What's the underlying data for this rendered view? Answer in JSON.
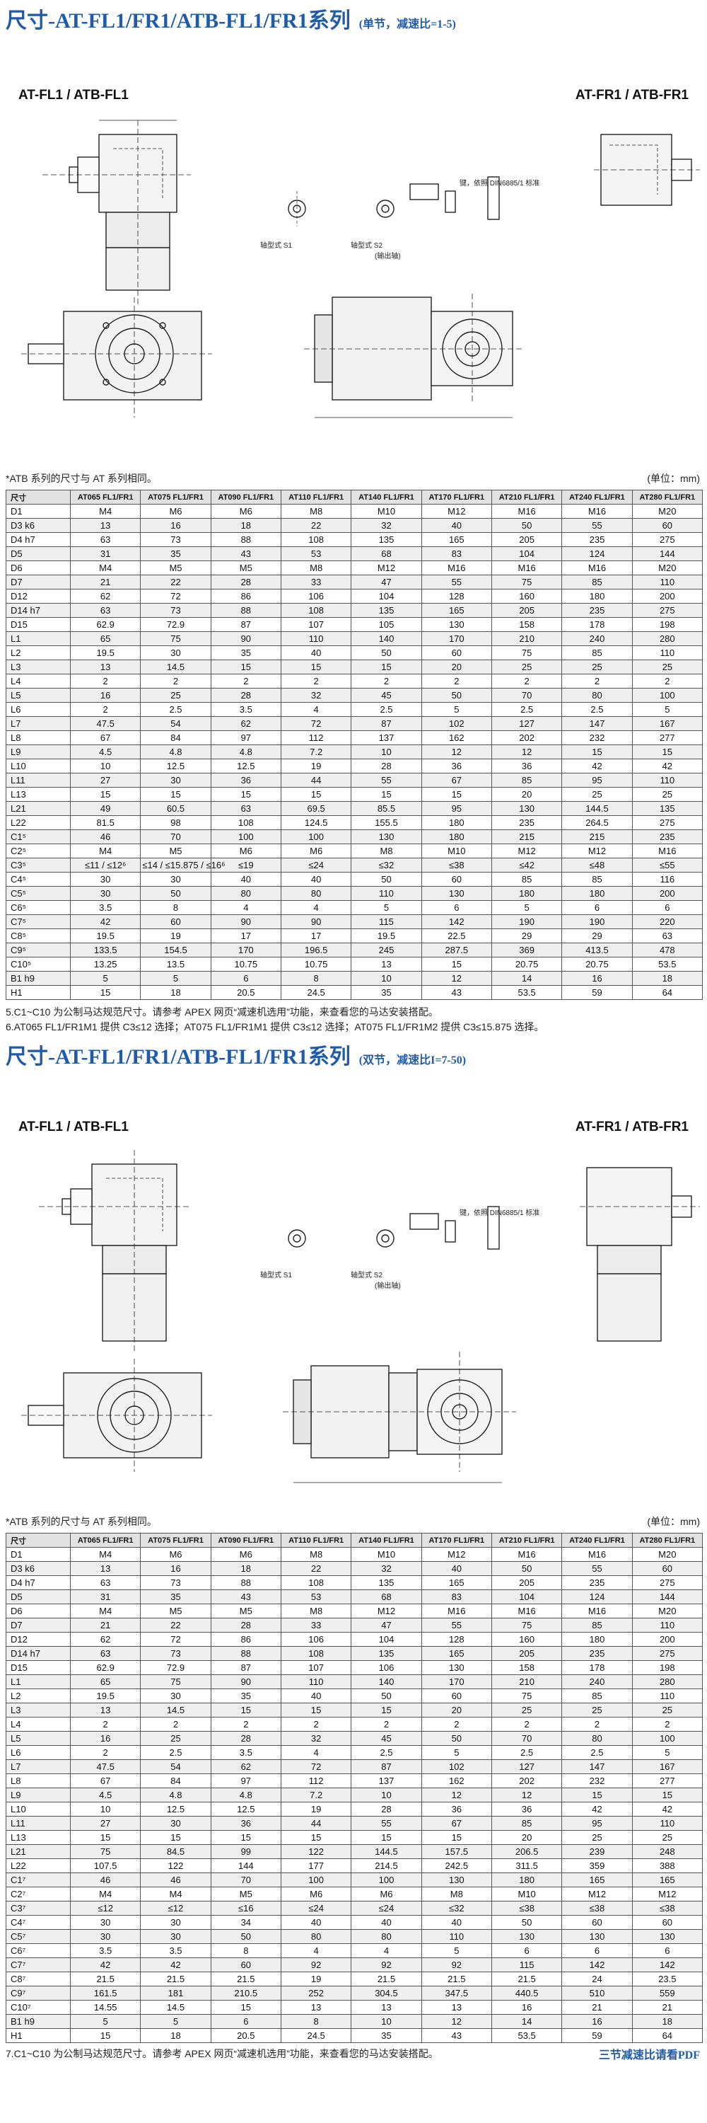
{
  "sections": [
    {
      "title_main": "尺寸-AT-FL1/FR1/ATB-FL1/FR1系列",
      "title_sub": "(单节，减速比=1-5)",
      "label_left": "AT-FL1 / ATB-FL1",
      "label_right": "AT-FR1 / ATB-FR1",
      "drawing_labels": {
        "shaft_s1": "轴型式 S1",
        "shaft_s2": "轴型式 S2",
        "output_shaft": "(输出轴)",
        "key_note": "键，依照 DIN6885/1 标准"
      },
      "note": "*ATB 系列的尺寸与 AT 系列相同。",
      "unit": "(单位：mm)",
      "headers": [
        "尺寸",
        "AT065 FL1/FR1",
        "AT075 FL1/FR1",
        "AT090 FL1/FR1",
        "AT110 FL1/FR1",
        "AT140 FL1/FR1",
        "AT170 FL1/FR1",
        "AT210 FL1/FR1",
        "AT240 FL1/FR1",
        "AT280 FL1/FR1"
      ],
      "rows": [
        [
          "D1",
          "M4",
          "M6",
          "M6",
          "M8",
          "M10",
          "M12",
          "M16",
          "M16",
          "M20"
        ],
        [
          "D3 k6",
          "13",
          "16",
          "18",
          "22",
          "32",
          "40",
          "50",
          "55",
          "60"
        ],
        [
          "D4 h7",
          "63",
          "73",
          "88",
          "108",
          "135",
          "165",
          "205",
          "235",
          "275"
        ],
        [
          "D5",
          "31",
          "35",
          "43",
          "53",
          "68",
          "83",
          "104",
          "124",
          "144"
        ],
        [
          "D6",
          "M4",
          "M5",
          "M5",
          "M8",
          "M12",
          "M16",
          "M16",
          "M16",
          "M20"
        ],
        [
          "D7",
          "21",
          "22",
          "28",
          "33",
          "47",
          "55",
          "75",
          "85",
          "110"
        ],
        [
          "D12",
          "62",
          "72",
          "86",
          "106",
          "104",
          "128",
          "160",
          "180",
          "200"
        ],
        [
          "D14 h7",
          "63",
          "73",
          "88",
          "108",
          "135",
          "165",
          "205",
          "235",
          "275"
        ],
        [
          "D15",
          "62.9",
          "72.9",
          "87",
          "107",
          "105",
          "130",
          "158",
          "178",
          "198"
        ],
        [
          "L1",
          "65",
          "75",
          "90",
          "110",
          "140",
          "170",
          "210",
          "240",
          "280"
        ],
        [
          "L2",
          "19.5",
          "30",
          "35",
          "40",
          "50",
          "60",
          "75",
          "85",
          "110"
        ],
        [
          "L3",
          "13",
          "14.5",
          "15",
          "15",
          "15",
          "20",
          "25",
          "25",
          "25"
        ],
        [
          "L4",
          "2",
          "2",
          "2",
          "2",
          "2",
          "2",
          "2",
          "2",
          "2"
        ],
        [
          "L5",
          "16",
          "25",
          "28",
          "32",
          "45",
          "50",
          "70",
          "80",
          "100"
        ],
        [
          "L6",
          "2",
          "2.5",
          "3.5",
          "4",
          "2.5",
          "5",
          "2.5",
          "2.5",
          "5"
        ],
        [
          "L7",
          "47.5",
          "54",
          "62",
          "72",
          "87",
          "102",
          "127",
          "147",
          "167"
        ],
        [
          "L8",
          "67",
          "84",
          "97",
          "112",
          "137",
          "162",
          "202",
          "232",
          "277"
        ],
        [
          "L9",
          "4.5",
          "4.8",
          "4.8",
          "7.2",
          "10",
          "12",
          "12",
          "15",
          "15"
        ],
        [
          "L10",
          "10",
          "12.5",
          "12.5",
          "19",
          "28",
          "36",
          "36",
          "42",
          "42"
        ],
        [
          "L11",
          "27",
          "30",
          "36",
          "44",
          "55",
          "67",
          "85",
          "95",
          "110"
        ],
        [
          "L13",
          "15",
          "15",
          "15",
          "15",
          "15",
          "15",
          "20",
          "25",
          "25"
        ],
        [
          "L21",
          "49",
          "60.5",
          "63",
          "69.5",
          "85.5",
          "95",
          "130",
          "144.5",
          "135"
        ],
        [
          "L22",
          "81.5",
          "98",
          "108",
          "124.5",
          "155.5",
          "180",
          "235",
          "264.5",
          "275"
        ],
        [
          "C1⁵",
          "46",
          "70",
          "100",
          "100",
          "130",
          "180",
          "215",
          "215",
          "235"
        ],
        [
          "C2⁵",
          "M4",
          "M5",
          "M6",
          "M6",
          "M8",
          "M10",
          "M12",
          "M12",
          "M16"
        ],
        [
          "C3⁵",
          "≤11 / ≤12⁶",
          "≤14 / ≤15.875 / ≤16⁶",
          "≤19",
          "≤24",
          "≤32",
          "≤38",
          "≤42",
          "≤48",
          "≤55"
        ],
        [
          "C4⁵",
          "30",
          "30",
          "40",
          "40",
          "50",
          "60",
          "85",
          "85",
          "116"
        ],
        [
          "C5⁵",
          "30",
          "50",
          "80",
          "80",
          "110",
          "130",
          "180",
          "180",
          "200"
        ],
        [
          "C6⁵",
          "3.5",
          "8",
          "4",
          "4",
          "5",
          "6",
          "5",
          "6",
          "6"
        ],
        [
          "C7⁵",
          "42",
          "60",
          "90",
          "90",
          "115",
          "142",
          "190",
          "190",
          "220"
        ],
        [
          "C8⁵",
          "19.5",
          "19",
          "17",
          "17",
          "19.5",
          "22.5",
          "29",
          "29",
          "63"
        ],
        [
          "C9⁵",
          "133.5",
          "154.5",
          "170",
          "196.5",
          "245",
          "287.5",
          "369",
          "413.5",
          "478"
        ],
        [
          "C10⁵",
          "13.25",
          "13.5",
          "10.75",
          "10.75",
          "13",
          "15",
          "20.75",
          "20.75",
          "53.5"
        ],
        [
          "B1 h9",
          "5",
          "5",
          "6",
          "8",
          "10",
          "12",
          "14",
          "16",
          "18"
        ],
        [
          "H1",
          "15",
          "18",
          "20.5",
          "24.5",
          "35",
          "43",
          "53.5",
          "59",
          "64"
        ]
      ],
      "footnotes": [
        "5.C1~C10 为公制马达规范尺寸。请参考 APEX 网页“减速机选用”功能，来查看您的马达安装搭配。",
        "6.AT065 FL1/FR1M1 提供 C3≤12 选择；AT075  FL1/FR1M1 提供 C3≤12 选择；AT075  FL1/FR1M2 提供 C3≤15.875 选择。"
      ]
    },
    {
      "title_main": "尺寸-AT-FL1/FR1/ATB-FL1/FR1系列",
      "title_sub": "(双节，减速比I=7-50)",
      "label_left": "AT-FL1 / ATB-FL1",
      "label_right": "AT-FR1 / ATB-FR1",
      "drawing_labels": {
        "shaft_s1": "轴型式 S1",
        "shaft_s2": "轴型式 S2",
        "output_shaft": "(输出轴)",
        "key_note": "键，依照 DIN6885/1 标准"
      },
      "note": "*ATB 系列的尺寸与 AT 系列相同。",
      "unit": "(单位：mm)",
      "headers": [
        "尺寸",
        "AT065 FL1/FR1",
        "AT075 FL1/FR1",
        "AT090 FL1/FR1",
        "AT110 FL1/FR1",
        "AT140 FL1/FR1",
        "AT170 FL1/FR1",
        "AT210 FL1/FR1",
        "AT240 FL1/FR1",
        "AT280 FL1/FR1"
      ],
      "rows": [
        [
          "D1",
          "M4",
          "M6",
          "M6",
          "M8",
          "M10",
          "M12",
          "M16",
          "M16",
          "M20"
        ],
        [
          "D3 k6",
          "13",
          "16",
          "18",
          "22",
          "32",
          "40",
          "50",
          "55",
          "60"
        ],
        [
          "D4 h7",
          "63",
          "73",
          "88",
          "108",
          "135",
          "165",
          "205",
          "235",
          "275"
        ],
        [
          "D5",
          "31",
          "35",
          "43",
          "53",
          "68",
          "83",
          "104",
          "124",
          "144"
        ],
        [
          "D6",
          "M4",
          "M5",
          "M5",
          "M8",
          "M12",
          "M16",
          "M16",
          "M16",
          "M20"
        ],
        [
          "D7",
          "21",
          "22",
          "28",
          "33",
          "47",
          "55",
          "75",
          "85",
          "110"
        ],
        [
          "D12",
          "62",
          "72",
          "86",
          "106",
          "104",
          "128",
          "160",
          "180",
          "200"
        ],
        [
          "D14 h7",
          "63",
          "73",
          "88",
          "108",
          "135",
          "165",
          "205",
          "235",
          "275"
        ],
        [
          "D15",
          "62.9",
          "72.9",
          "87",
          "107",
          "106",
          "130",
          "158",
          "178",
          "198"
        ],
        [
          "L1",
          "65",
          "75",
          "90",
          "110",
          "140",
          "170",
          "210",
          "240",
          "280"
        ],
        [
          "L2",
          "19.5",
          "30",
          "35",
          "40",
          "50",
          "60",
          "75",
          "85",
          "110"
        ],
        [
          "L3",
          "13",
          "14.5",
          "15",
          "15",
          "15",
          "20",
          "25",
          "25",
          "25"
        ],
        [
          "L4",
          "2",
          "2",
          "2",
          "2",
          "2",
          "2",
          "2",
          "2",
          "2"
        ],
        [
          "L5",
          "16",
          "25",
          "28",
          "32",
          "45",
          "50",
          "70",
          "80",
          "100"
        ],
        [
          "L6",
          "2",
          "2.5",
          "3.5",
          "4",
          "2.5",
          "5",
          "2.5",
          "2.5",
          "5"
        ],
        [
          "L7",
          "47.5",
          "54",
          "62",
          "72",
          "87",
          "102",
          "127",
          "147",
          "167"
        ],
        [
          "L8",
          "67",
          "84",
          "97",
          "112",
          "137",
          "162",
          "202",
          "232",
          "277"
        ],
        [
          "L9",
          "4.5",
          "4.8",
          "4.8",
          "7.2",
          "10",
          "12",
          "12",
          "15",
          "15"
        ],
        [
          "L10",
          "10",
          "12.5",
          "12.5",
          "19",
          "28",
          "36",
          "36",
          "42",
          "42"
        ],
        [
          "L11",
          "27",
          "30",
          "36",
          "44",
          "55",
          "67",
          "85",
          "95",
          "110"
        ],
        [
          "L13",
          "15",
          "15",
          "15",
          "15",
          "15",
          "15",
          "20",
          "25",
          "25"
        ],
        [
          "L21",
          "75",
          "84.5",
          "99",
          "122",
          "144.5",
          "157.5",
          "206.5",
          "239",
          "248"
        ],
        [
          "L22",
          "107.5",
          "122",
          "144",
          "177",
          "214.5",
          "242.5",
          "311.5",
          "359",
          "388"
        ],
        [
          "C1⁷",
          "46",
          "46",
          "70",
          "100",
          "100",
          "130",
          "180",
          "165",
          "165"
        ],
        [
          "C2⁷",
          "M4",
          "M4",
          "M5",
          "M6",
          "M6",
          "M8",
          "M10",
          "M12",
          "M12"
        ],
        [
          "C3⁷",
          "≤12",
          "≤12",
          "≤16",
          "≤24",
          "≤24",
          "≤32",
          "≤38",
          "≤38",
          "≤38"
        ],
        [
          "C4⁷",
          "30",
          "30",
          "34",
          "40",
          "40",
          "40",
          "50",
          "60",
          "60"
        ],
        [
          "C5⁷",
          "30",
          "30",
          "50",
          "80",
          "80",
          "110",
          "130",
          "130",
          "130"
        ],
        [
          "C6⁷",
          "3.5",
          "3.5",
          "8",
          "4",
          "4",
          "5",
          "6",
          "6",
          "6"
        ],
        [
          "C7⁷",
          "42",
          "42",
          "60",
          "92",
          "92",
          "92",
          "115",
          "142",
          "142"
        ],
        [
          "C8⁷",
          "21.5",
          "21.5",
          "21.5",
          "19",
          "21.5",
          "21.5",
          "21.5",
          "24",
          "23.5"
        ],
        [
          "C9⁷",
          "161.5",
          "181",
          "210.5",
          "252",
          "304.5",
          "347.5",
          "440.5",
          "510",
          "559"
        ],
        [
          "C10⁷",
          "14.55",
          "14.5",
          "15",
          "13",
          "13",
          "13",
          "16",
          "21",
          "21"
        ],
        [
          "B1 h9",
          "5",
          "5",
          "6",
          "8",
          "10",
          "12",
          "14",
          "16",
          "18"
        ],
        [
          "H1",
          "15",
          "18",
          "20.5",
          "24.5",
          "35",
          "43",
          "53.5",
          "59",
          "64"
        ]
      ],
      "footnotes": [
        "7.C1~C10 为公制马达规范尺寸。请参考 APEX 网页“减速机选用”功能，来查看您的马达安装搭配。"
      ],
      "pdf_link": "三节减速比请看PDF"
    }
  ]
}
